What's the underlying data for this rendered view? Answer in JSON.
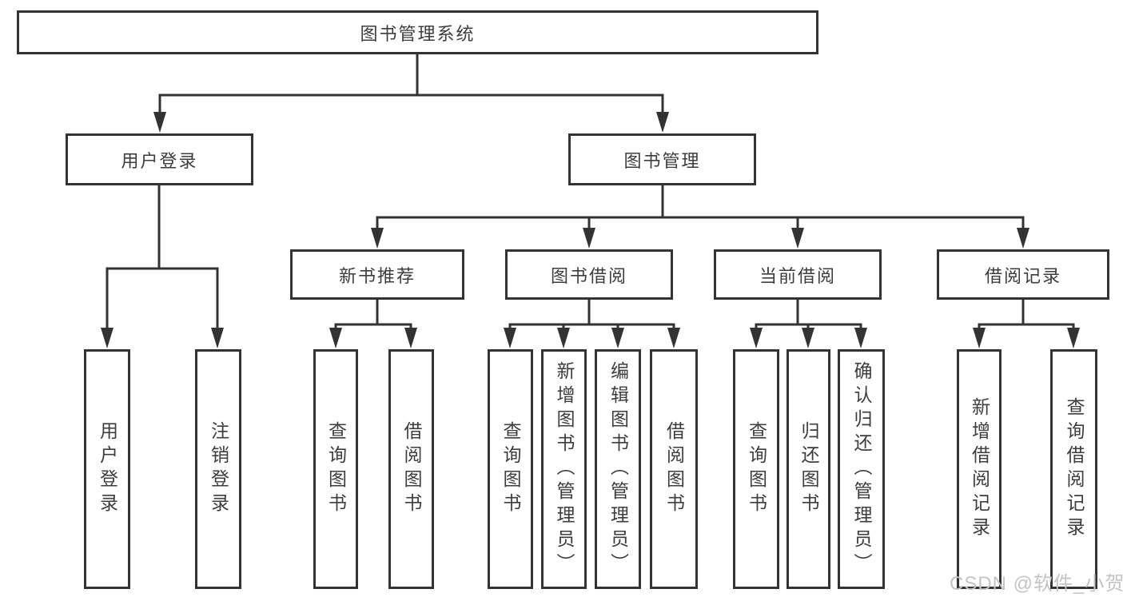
{
  "tree": {
    "label": "图书管理系统",
    "children": [
      {
        "label": "用户登录",
        "children": [
          {
            "label": "用户登录"
          },
          {
            "label": "注销登录"
          }
        ]
      },
      {
        "label": "图书管理",
        "children": [
          {
            "label": "新书推荐",
            "children": [
              {
                "label": "查询图书"
              },
              {
                "label": "借阅图书"
              }
            ]
          },
          {
            "label": "图书借阅",
            "children": [
              {
                "label": "查询图书"
              },
              {
                "label": "新增图书（管理员）"
              },
              {
                "label": "编辑图书（管理员）"
              },
              {
                "label": "借阅图书"
              }
            ]
          },
          {
            "label": "当前借阅",
            "children": [
              {
                "label": "查询图书"
              },
              {
                "label": "归还图书"
              },
              {
                "label": "确认归还（管理员）"
              }
            ]
          },
          {
            "label": "借阅记录",
            "children": [
              {
                "label": "新增借阅记录"
              },
              {
                "label": "查询借阅记录"
              }
            ]
          }
        ]
      }
    ]
  },
  "watermark": "CSDN @软件_小贺同学",
  "colors": {
    "line": "#333333",
    "node_border": "#333333",
    "node_text": "#3d3d3d",
    "watermark": "#c4c4c4",
    "background": "#ffffff"
  }
}
